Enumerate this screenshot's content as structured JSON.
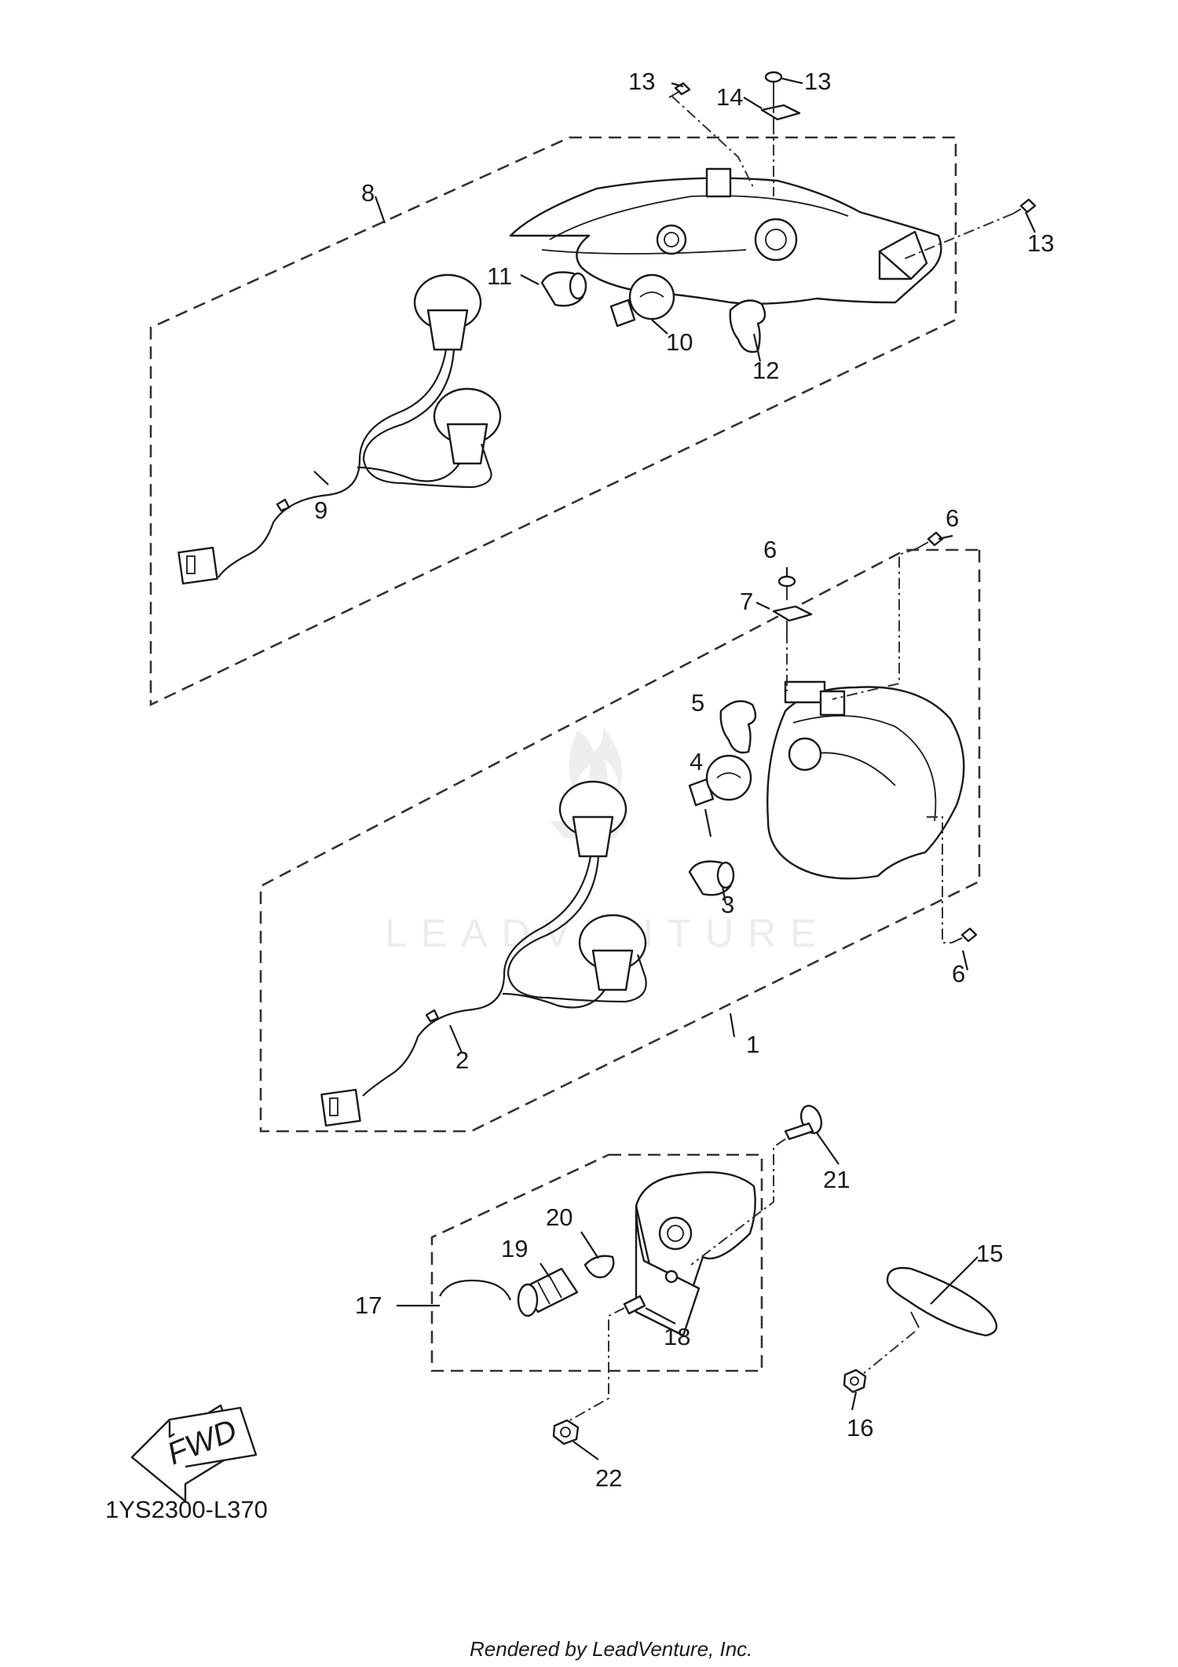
{
  "diagram": {
    "part_numbers": [
      "1",
      "2",
      "3",
      "4",
      "5",
      "6",
      "6",
      "6",
      "7",
      "8",
      "9",
      "10",
      "11",
      "12",
      "13",
      "13",
      "13",
      "14",
      "15",
      "16",
      "17",
      "18",
      "19",
      "20",
      "21",
      "22"
    ],
    "diagram_code": "1YS2300-L370",
    "footer": "Rendered by LeadVenture, Inc.",
    "watermark": "LEADVENTURE",
    "direction_label": "FWD"
  }
}
